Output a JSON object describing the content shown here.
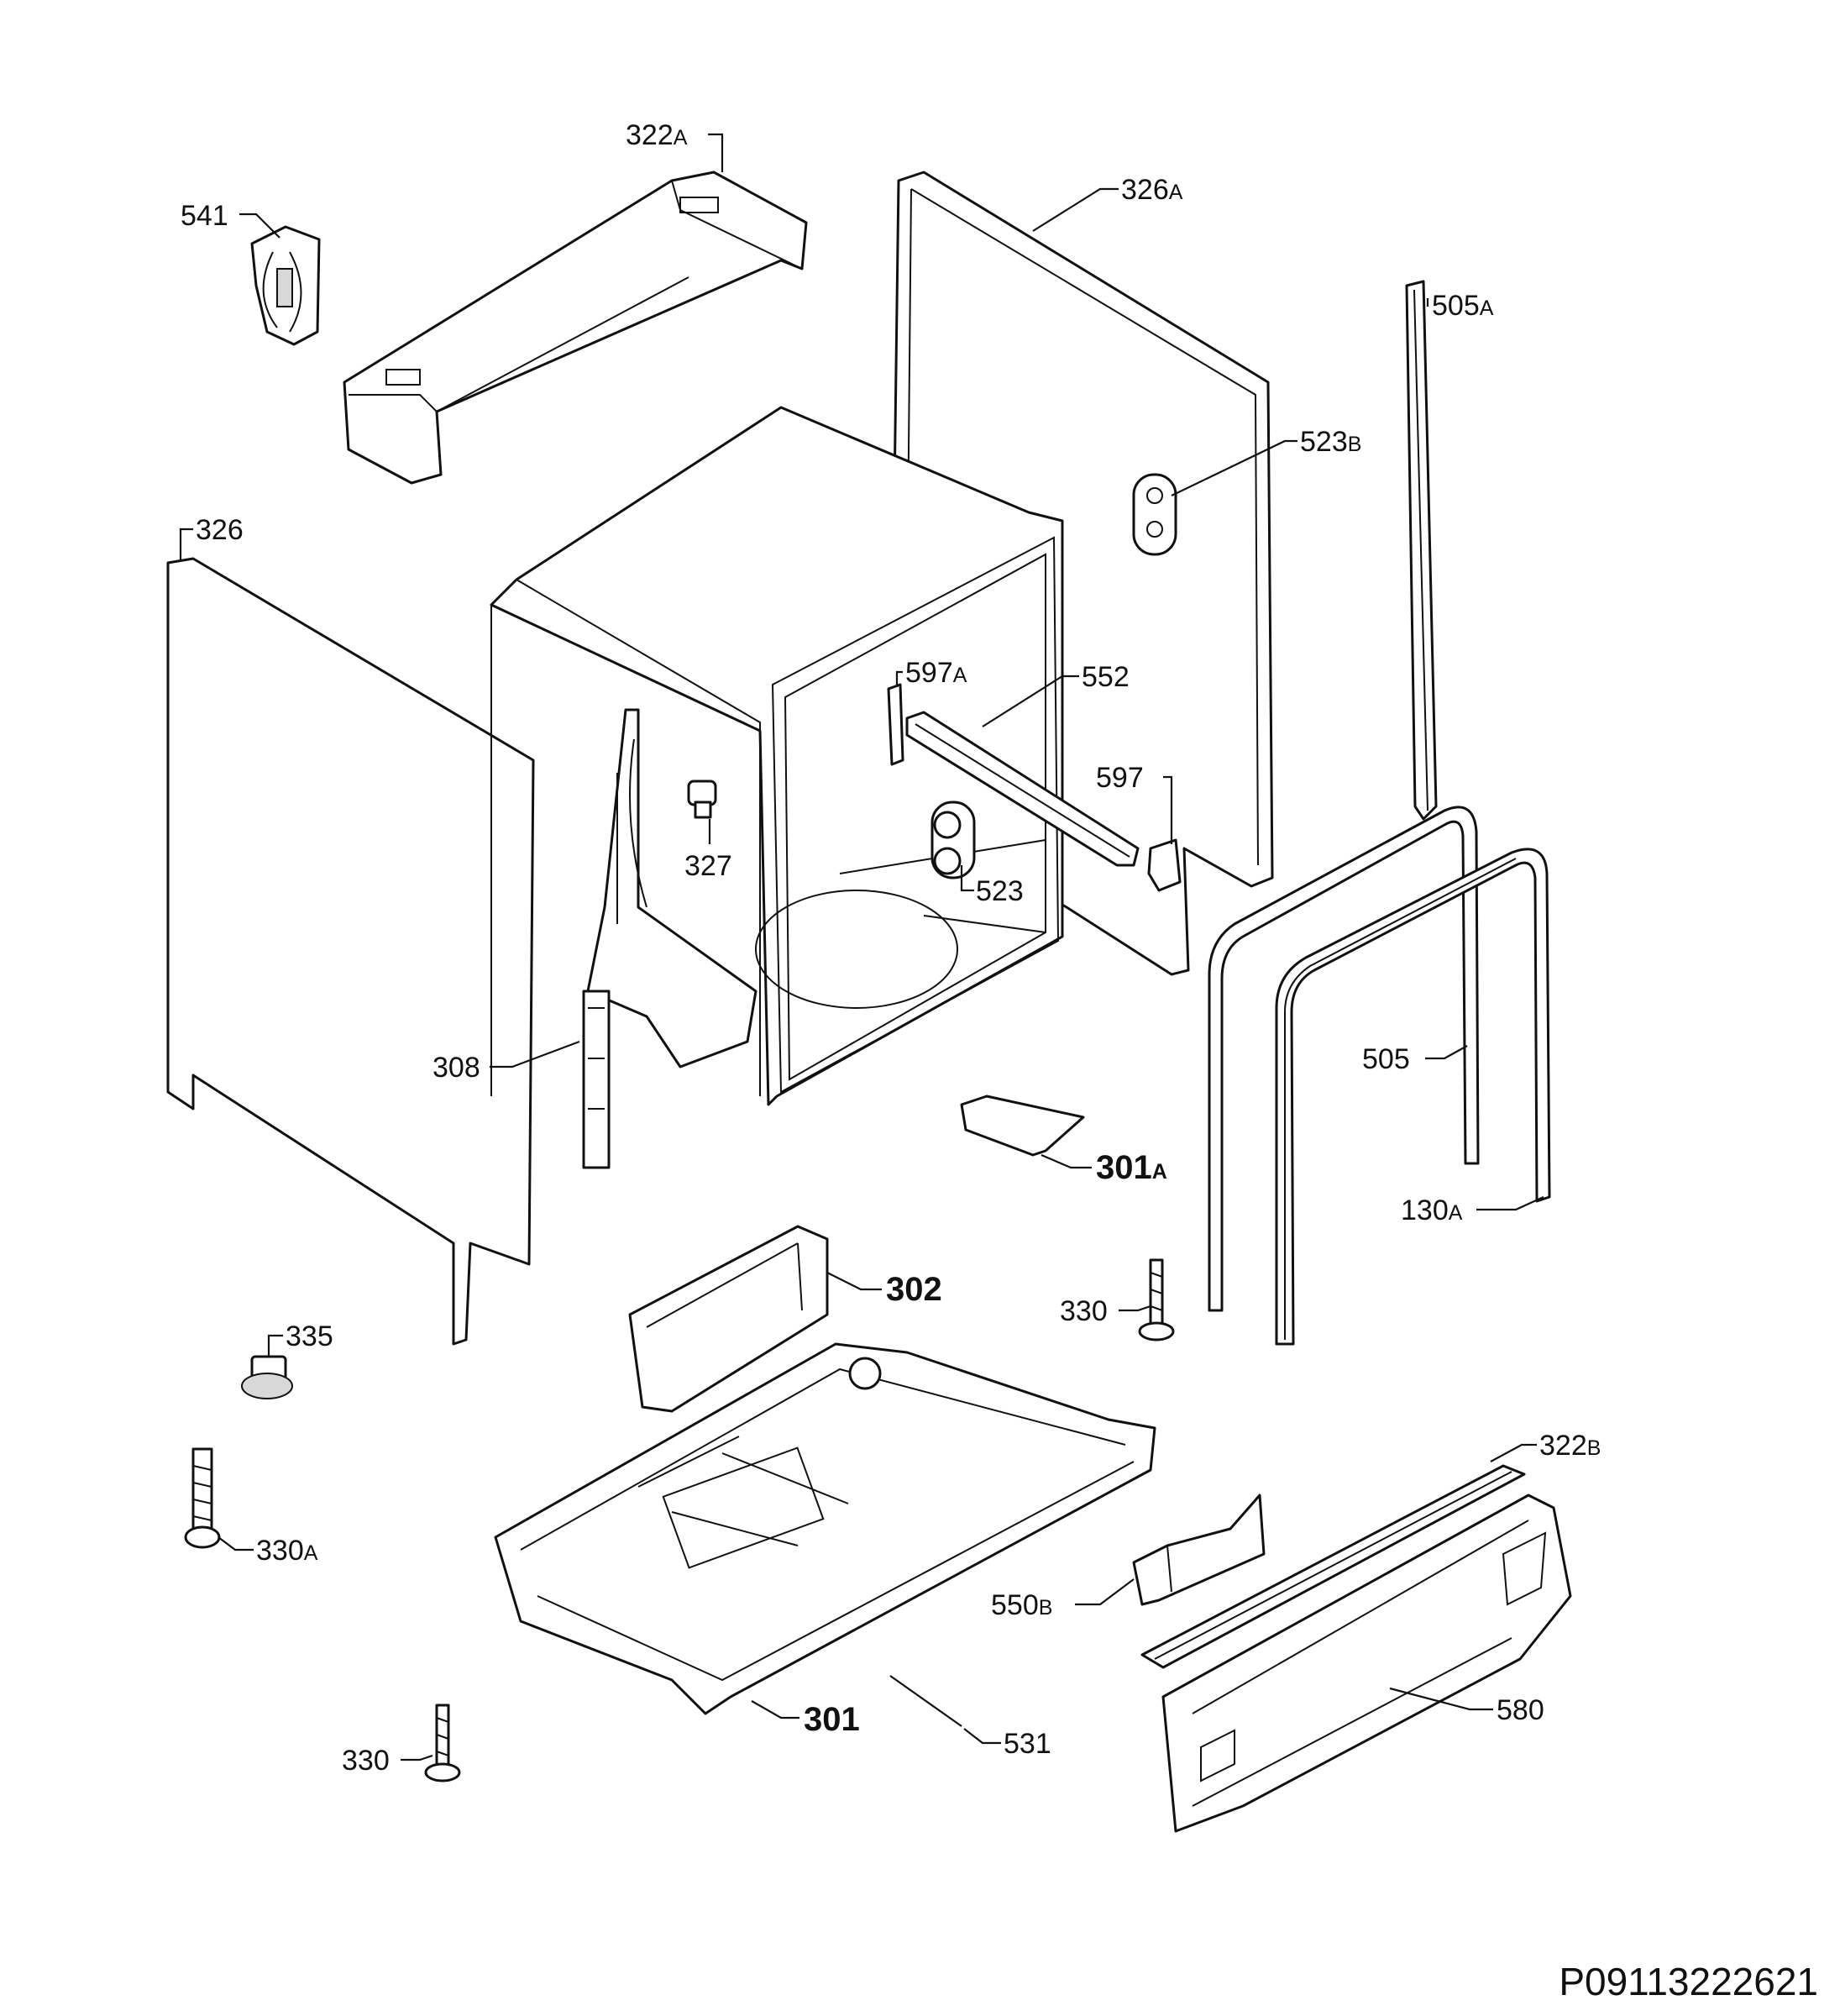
{
  "reference_code": "P09113222621",
  "labels": [
    {
      "id": "541",
      "number": "541",
      "suffix": ""
    },
    {
      "id": "322A",
      "number": "322",
      "suffix": "A"
    },
    {
      "id": "326A",
      "number": "326",
      "suffix": "A"
    },
    {
      "id": "505A",
      "number": "505",
      "suffix": "A"
    },
    {
      "id": "523B",
      "number": "523",
      "suffix": "B"
    },
    {
      "id": "326",
      "number": "326",
      "suffix": ""
    },
    {
      "id": "597A",
      "number": "597",
      "suffix": "A"
    },
    {
      "id": "552",
      "number": "552",
      "suffix": ""
    },
    {
      "id": "597",
      "number": "597",
      "suffix": ""
    },
    {
      "id": "327",
      "number": "327",
      "suffix": ""
    },
    {
      "id": "523",
      "number": "523",
      "suffix": ""
    },
    {
      "id": "308",
      "number": "308",
      "suffix": ""
    },
    {
      "id": "505",
      "number": "505",
      "suffix": ""
    },
    {
      "id": "301A",
      "number": "301",
      "suffix": "A"
    },
    {
      "id": "130A",
      "number": "130",
      "suffix": "A"
    },
    {
      "id": "302",
      "number": "302",
      "suffix": ""
    },
    {
      "id": "330-right",
      "number": "330",
      "suffix": ""
    },
    {
      "id": "335",
      "number": "335",
      "suffix": ""
    },
    {
      "id": "322B",
      "number": "322",
      "suffix": "B"
    },
    {
      "id": "330A",
      "number": "330",
      "suffix": "A"
    },
    {
      "id": "550B",
      "number": "550",
      "suffix": "B"
    },
    {
      "id": "580",
      "number": "580",
      "suffix": ""
    },
    {
      "id": "301",
      "number": "301",
      "suffix": ""
    },
    {
      "id": "531",
      "number": "531",
      "suffix": ""
    },
    {
      "id": "330-left",
      "number": "330",
      "suffix": ""
    }
  ]
}
